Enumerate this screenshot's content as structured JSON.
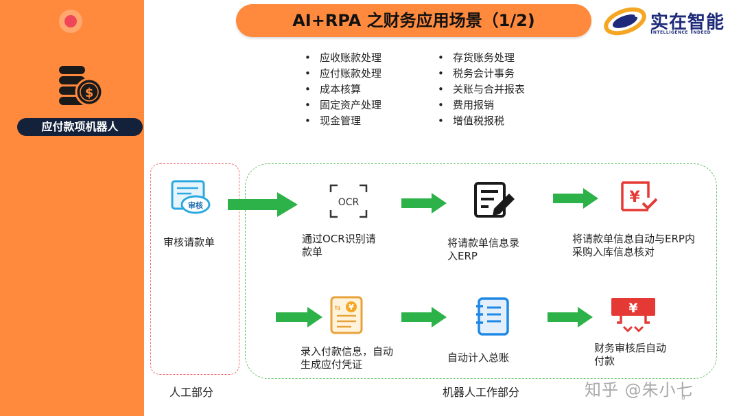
{
  "slide": {
    "title": "AI+RPA 之财务应用场景（1/2)",
    "logo": {
      "name_cn": "实在智能",
      "name_en": "Intelligence Indeed"
    },
    "sidebar": {
      "label": "应付款项机器人"
    },
    "scenarios_left": [
      "应收账款处理",
      "应付账款处理",
      "成本核算",
      "固定资产处理",
      "现金管理"
    ],
    "scenarios_right": [
      "存货账务处理",
      "税务会计事务",
      "关账与合并报表",
      "费用报销",
      "增值税报税"
    ],
    "manual_section": {
      "label": "人工部分",
      "step": "审核请款单",
      "icon_text": "审核"
    },
    "robot_section": {
      "label": "机器人工作部分",
      "steps": [
        {
          "text": "通过OCR识别请\n款单",
          "icon": "ocr-icon",
          "icon_text": "OCR"
        },
        {
          "text": "将请款单信息录\n入ERP",
          "icon": "edit-document-icon"
        },
        {
          "text": "将请款单信息自动与ERP内\n采购入库信息核对",
          "icon": "yen-check-icon",
          "icon_text": "¥"
        },
        {
          "text": "录入付款信息，自动\n生成应付凭证",
          "icon": "payment-voucher-icon",
          "icon_text": "¥"
        },
        {
          "text": "自动计入总账",
          "icon": "ledger-notebook-icon"
        },
        {
          "text": "财务审核后自动\n付款",
          "icon": "auto-payment-icon",
          "icon_text": "¥"
        }
      ]
    },
    "watermark": "知乎 @朱小七",
    "page_number": "8",
    "colors": {
      "orange": "#FF8A3D",
      "navy": "#13213A",
      "green_arrow": "#2DB24A",
      "red_icon": "#E53935",
      "blue_icon": "#1E88E5"
    }
  }
}
